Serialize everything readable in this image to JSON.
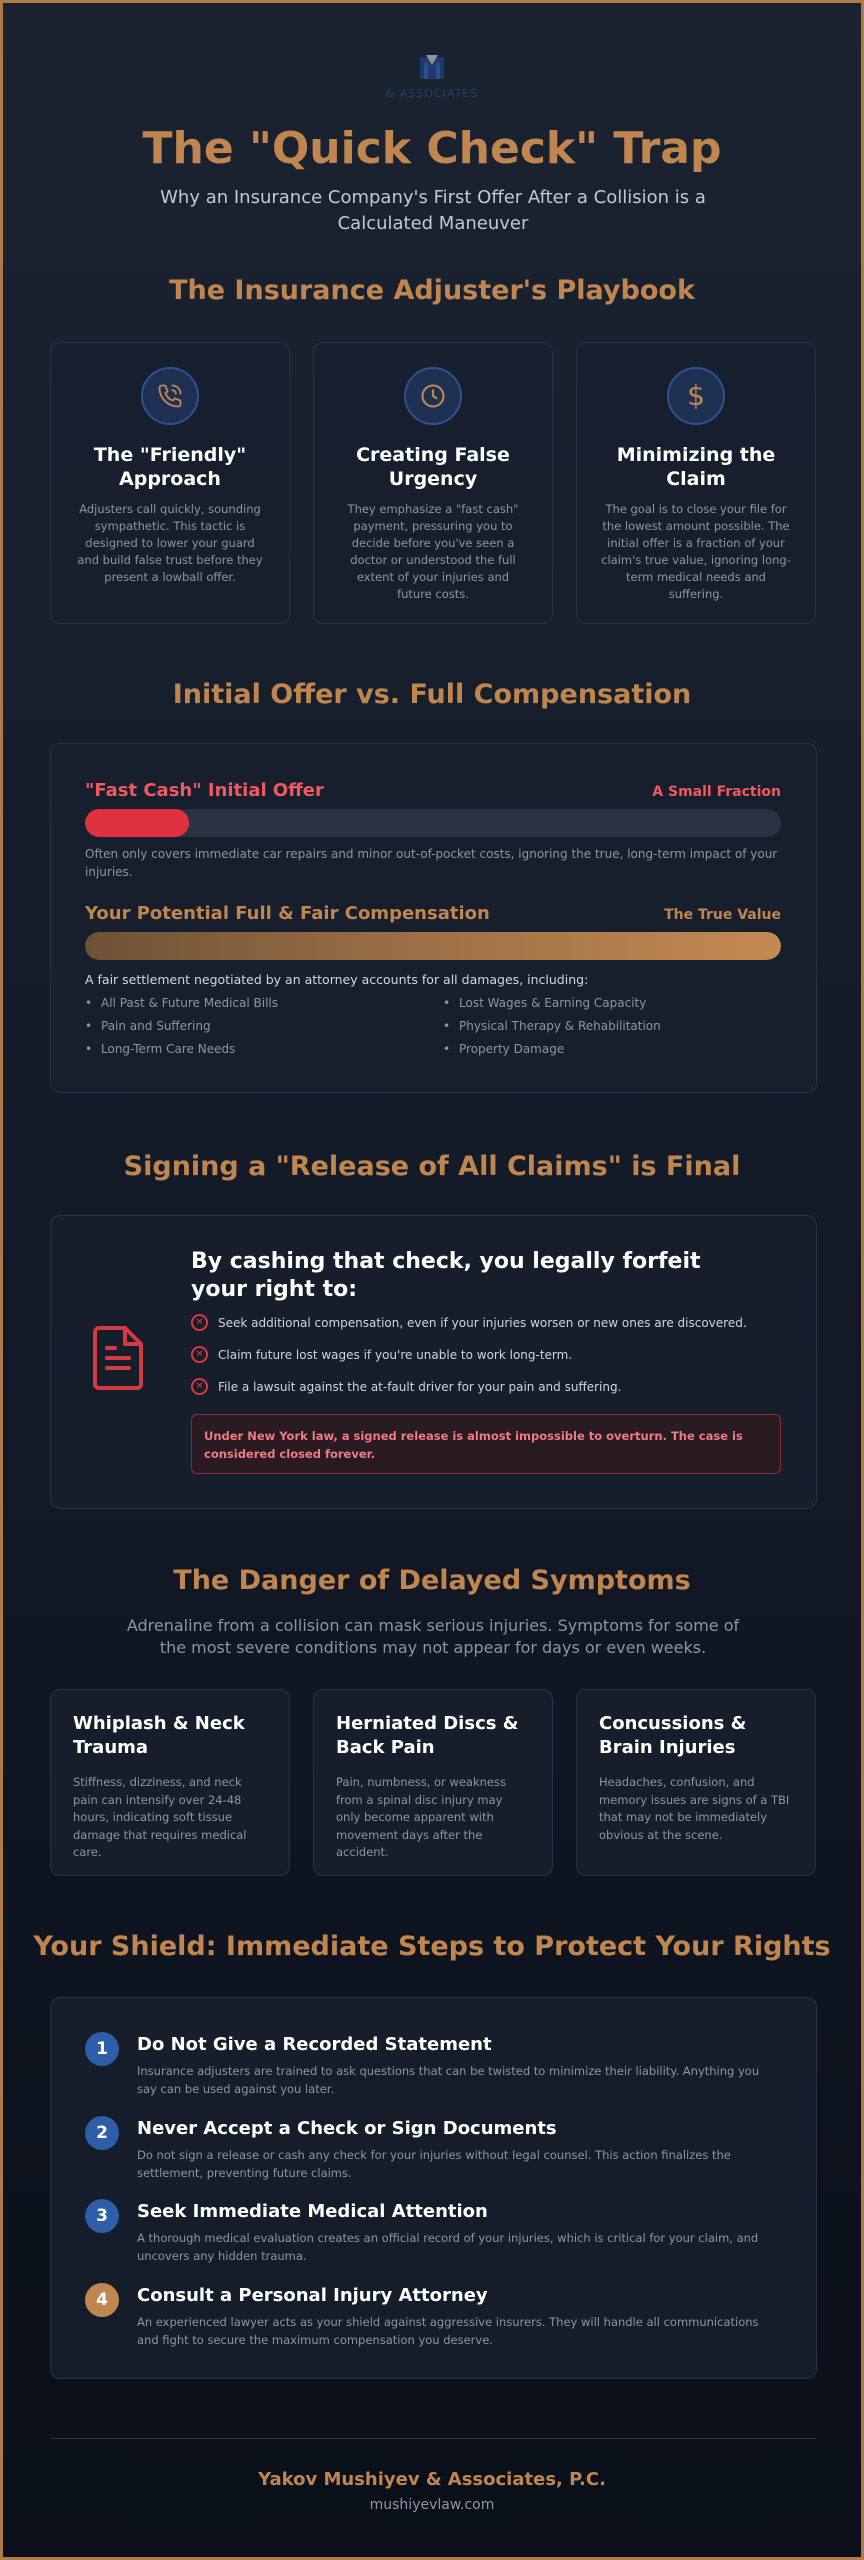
{
  "brand": {
    "logo_subtext": "& ASSOCIATES",
    "accent_color": "#c08650",
    "blue_color": "#2e5290",
    "red_color": "#d23a44"
  },
  "header": {
    "title": "The \"Quick Check\" Trap",
    "subtitle": "Why an Insurance Company's First Offer After a Collision is a Calculated Maneuver"
  },
  "playbook": {
    "heading": "The Insurance Adjuster's Playbook",
    "cards": [
      {
        "icon": "phone-icon",
        "title": "The \"Friendly\" Approach",
        "text": "Adjusters call quickly, sounding sympathetic. This tactic is designed to lower your guard and build false trust before they present a lowball offer."
      },
      {
        "icon": "clock-icon",
        "title": "Creating False Urgency",
        "text": "They emphasize a \"fast cash\" payment, pressuring you to decide before you've seen a doctor or understood the full extent of your injuries and future costs."
      },
      {
        "icon": "dollar-icon",
        "title": "Minimizing the Claim",
        "text": "The goal is to close your file for the lowest amount possible. The initial offer is a fraction of your claim's true value, ignoring long-term medical needs and suffering."
      }
    ]
  },
  "comparison": {
    "heading": "Initial Offer vs. Full Compensation",
    "initial": {
      "label": "\"Fast Cash\" Initial Offer",
      "tag": "A Small Fraction",
      "fill_fraction": 0.15,
      "note": "Often only covers immediate car repairs and minor out-of-pocket costs, ignoring the true, long-term impact of your injuries."
    },
    "full": {
      "label": "Your Potential Full & Fair Compensation",
      "tag": "The True Value",
      "fill_fraction": 1.0,
      "note": "A fair settlement negotiated by an attorney accounts for all damages, including:",
      "damages_left": [
        "All Past & Future Medical Bills",
        "Pain and Suffering",
        "Long-Term Care Needs"
      ],
      "damages_right": [
        "Lost Wages & Earning Capacity",
        "Physical Therapy & Rehabilitation",
        "Property Damage"
      ]
    }
  },
  "release": {
    "heading": "Signing a \"Release of All Claims\" is Final",
    "lead": "By cashing that check, you legally forfeit your right to:",
    "items": [
      "Seek additional compensation, even if your injuries worsen or new ones are discovered.",
      "Claim future lost wages if you're unable to work long-term.",
      "File a lawsuit against the at-fault driver for your pain and suffering."
    ],
    "warning": "Under New York law, a signed release is almost impossible to overturn. The case is considered closed forever."
  },
  "symptoms": {
    "heading": "The Danger of Delayed Symptoms",
    "intro": "Adrenaline from a collision can mask serious injuries. Symptoms for some of the most severe conditions may not appear for days or even weeks.",
    "cards": [
      {
        "title": "Whiplash & Neck Trauma",
        "text": "Stiffness, dizziness, and neck pain can intensify over 24-48 hours, indicating soft tissue damage that requires medical care."
      },
      {
        "title": "Herniated Discs & Back Pain",
        "text": "Pain, numbness, or weakness from a spinal disc injury may only become apparent with movement days after the accident."
      },
      {
        "title": "Concussions & Brain Injuries",
        "text": "Headaches, confusion, and memory issues are signs of a TBI that may not be immediately obvious at the scene."
      }
    ]
  },
  "steps": {
    "heading": "Your Shield: Immediate Steps to Protect Your Rights",
    "items": [
      {
        "num": "1",
        "title": "Do Not Give a Recorded Statement",
        "text": "Insurance adjusters are trained to ask questions that can be twisted to minimize their liability. Anything you say can be used against you later."
      },
      {
        "num": "2",
        "title": "Never Accept a Check or Sign Documents",
        "text": "Do not sign a release or cash any check for your injuries without legal counsel. This action finalizes the settlement, preventing future claims."
      },
      {
        "num": "3",
        "title": "Seek Immediate Medical Attention",
        "text": "A thorough medical evaluation creates an official record of your injuries, which is critical for your claim, and uncovers any hidden trauma."
      },
      {
        "num": "4",
        "title": "Consult a Personal Injury Attorney",
        "text": "An experienced lawyer acts as your shield against aggressive insurers. They will handle all communications and fight to secure the maximum compensation you deserve."
      }
    ]
  },
  "footer": {
    "firm": "Yakov Mushiyev & Associates, P.C.",
    "url": "mushiyevlaw.com"
  }
}
